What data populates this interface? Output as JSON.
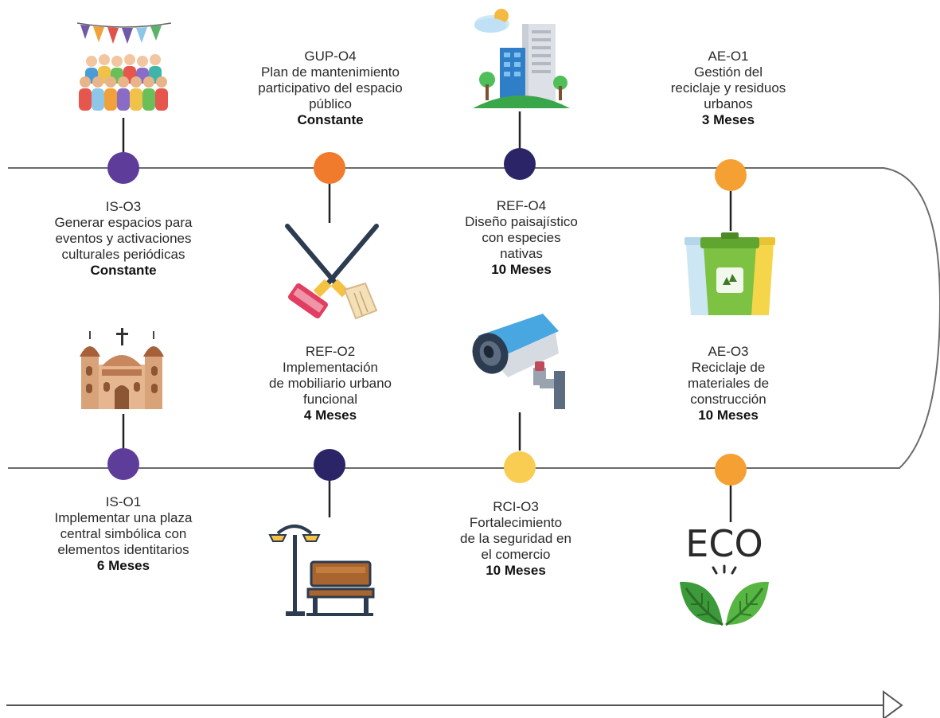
{
  "colors": {
    "line": "#6b6b6b",
    "purple": "#5e3c99",
    "orange": "#f07b2c",
    "navy": "#2b2466",
    "amber": "#f5a033",
    "yellow": "#f8cd52"
  },
  "milestones": [
    {
      "code": "IS-O3",
      "lines": [
        "Generar espacios para",
        "eventos y activaciones",
        "culturales periódicas"
      ],
      "duration": "Constante",
      "dot_color": "purple",
      "icon": "festival-crowd-icon"
    },
    {
      "code": "GUP-O4",
      "lines": [
        "Plan de mantenimiento",
        "participativo del espacio",
        "público"
      ],
      "duration": "Constante",
      "dot_color": "orange",
      "icon": "paint-roller-broom-icon"
    },
    {
      "code": "REF-O4",
      "lines": [
        "Diseño paisajístico",
        "con especies",
        "nativas"
      ],
      "duration": "10 Meses",
      "dot_color": "navy",
      "icon": "city-buildings-icon"
    },
    {
      "code": "AE-O1",
      "lines": [
        "Gestión del",
        "reciclaje y residuos",
        "urbanos"
      ],
      "duration": "3 Meses",
      "dot_color": "amber",
      "icon": "recycling-bins-icon"
    },
    {
      "code": "IS-O1",
      "lines": [
        "Implementar una plaza",
        "central simbólica con",
        "elementos identitarios"
      ],
      "duration": "6 Meses",
      "dot_color": "purple",
      "icon": "cathedral-icon"
    },
    {
      "code": "REF-O2",
      "lines": [
        "Implementación",
        "de mobiliario urbano",
        "funcional"
      ],
      "duration": "4 Meses",
      "dot_color": "navy",
      "icon": "bench-streetlamp-icon"
    },
    {
      "code": "RCI-O3",
      "lines": [
        "Fortalecimiento",
        "de la seguridad en",
        "el comercio"
      ],
      "duration": "10 Meses",
      "dot_color": "yellow",
      "icon": "security-camera-icon"
    },
    {
      "code": "AE-O3",
      "lines": [
        "Reciclaje de",
        "materiales de",
        "construcción"
      ],
      "duration": "10 Meses",
      "dot_color": "amber",
      "icon": "eco-leaves-icon"
    }
  ],
  "eco_text": "ECO"
}
